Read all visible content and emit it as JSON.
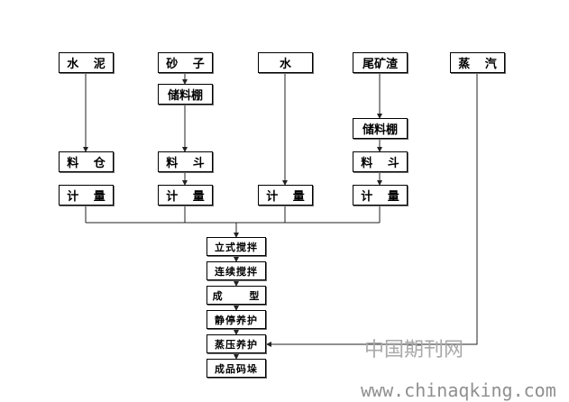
{
  "diagram": {
    "inputs": {
      "cement": "水 泥",
      "sand": "砂 子",
      "water": "水",
      "tailings": "尾矿渣",
      "steam": "蒸 汽"
    },
    "storage": {
      "sand": "储料棚",
      "tailings": "储料棚"
    },
    "hoppers": {
      "cement": "料 仓",
      "sand": "料 斗",
      "tailings": "料 斗"
    },
    "metering": {
      "cement": "计 量",
      "sand": "计 量",
      "water": "计 量",
      "tailings": "计 量"
    },
    "process": [
      "立式搅拌",
      "连续搅拌",
      "成 型",
      "静停养护",
      "蒸压养护",
      "成品码垛"
    ]
  },
  "watermark": {
    "site_name": "中国期刊网",
    "url": "www.chinaqking.com"
  },
  "colors": {
    "box_border": "#000000",
    "connector": "#222222",
    "watermark": "#a9a9a9"
  }
}
